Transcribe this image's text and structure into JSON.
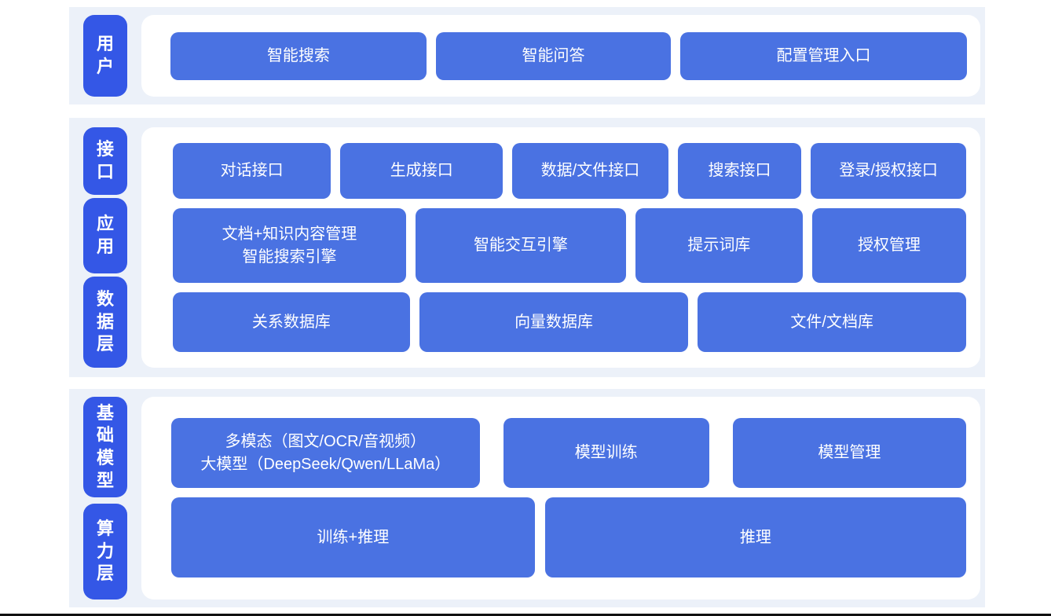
{
  "colors": {
    "block_blue": "#4a72e2",
    "pill_blue": "#3457e6",
    "band_bg": "#ecf1f9",
    "panel_bg": "#ffffff"
  },
  "sections": [
    {
      "labels": [
        {
          "text": "用户"
        }
      ],
      "rows": [
        {
          "items": [
            {
              "label": "智能搜索"
            },
            {
              "label": "智能问答"
            },
            {
              "label": "配置管理入口"
            }
          ]
        }
      ]
    },
    {
      "labels": [
        {
          "text": "接口"
        },
        {
          "text": "应用"
        },
        {
          "text": "数据层"
        }
      ],
      "rows": [
        {
          "items": [
            {
              "label": "对话接口"
            },
            {
              "label": "生成接口"
            },
            {
              "label": "数据/文件接口"
            },
            {
              "label": "搜索接口"
            },
            {
              "label": "登录/授权接口"
            }
          ]
        },
        {
          "items": [
            {
              "label": "文档+知识内容管理\n智能搜索引擎"
            },
            {
              "label": "智能交互引擎"
            },
            {
              "label": "提示词库"
            },
            {
              "label": "授权管理"
            }
          ]
        },
        {
          "items": [
            {
              "label": "关系数据库"
            },
            {
              "label": "向量数据库"
            },
            {
              "label": "文件/文档库"
            }
          ]
        }
      ]
    },
    {
      "labels": [
        {
          "text": "基础模型"
        },
        {
          "text": "算力层"
        }
      ],
      "rows": [
        {
          "items": [
            {
              "label": "多模态（图文/OCR/音视频）\n大模型（DeepSeek/Qwen/LLaMa）"
            },
            {
              "label": "模型训练"
            },
            {
              "label": "模型管理"
            }
          ]
        },
        {
          "items": [
            {
              "label": "训练+推理"
            },
            {
              "label": "推理"
            }
          ]
        }
      ]
    }
  ]
}
